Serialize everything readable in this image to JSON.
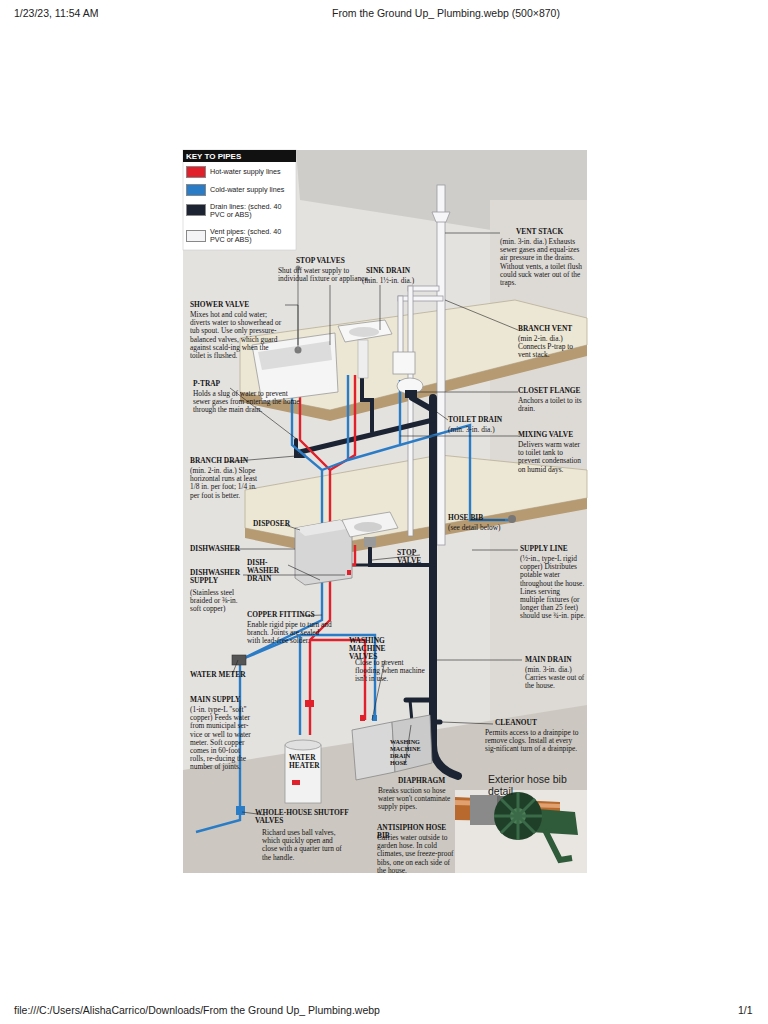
{
  "diagram": {
    "labels": [
      "1/23/23, 11:54 AM",
      "From the Ground Up_ Plumbing.webp (500×870)",
      "file:///C:/Users/AlishaCarrico/Downloads/From the Ground Up_ Plumbing.webp",
      "1/1",
      "KEY TO PIPES",
      "STOP VALVES",
      "Shut off water supply to individual fixture or appliance.",
      "SINK DRAIN",
      "(min. 1½-in. dia.)",
      "VENT STACK",
      "(min. 3-in. dia.) Exhausts sewer gases and equal-izes air pressure in the drains. Without vents, a toilet flush could suck water out of the traps.",
      "SHOWER VALVE",
      "Mixes hot and cold water; diverts water to showerhead or tub spout. Use only pressure-balanced valves, which guard against scald-ing when the toilet is flushed.",
      "BRANCH VENT",
      "(min 2-in. dia.) Connects P-trap to vent stack.",
      "P-TRAP",
      "Holds a slug of water to prevent sewer gases from entering the home through the main drain.",
      "CLOSET FLANGE",
      "Anchors a toilet to its drain.",
      "TOILET DRAIN",
      "(min. 3-in. dia.)",
      "MIXING VALVE",
      "Delivers warm water to toilet tank to prevent condensation on humid days.",
      "BRANCH DRAIN",
      "(min. 2-in. dia.) Slope horizontal runs at least 1/8 in. per foot; 1/4 in. per foot is better.",
      "DISPOSER",
      "HOSE BIB",
      "(see detail below)",
      "SUPPLY LINE",
      "(½-in., type-L rigid copper) Distributes potable water throughout the house. Lines serving multiple fixtures (or longer than 25 feet) should use ¾-in. pipe.",
      "DISHWASHER",
      "DISH-WASHER DRAIN",
      "STOP VALVE",
      "DISHWASHER SUPPLY",
      "(Stainless steel braided or ⅜-in. soft copper)",
      "COPPER FITTINGS",
      "Enable rigid pipe to turn and branch. Joints are sealed with lead-free solder.",
      "WASHING MACHINE VALVES",
      "Close to prevent flooding when machine isn't in use.",
      "MAIN DRAIN",
      "(min. 3-in. dia.) Carries waste out of the house.",
      "WATER METER",
      "MAIN SUPPLY",
      "(1-in. type-L \"soft\" copper) Feeds water from municipal ser-vice or well to water meter. Soft copper comes in 60-foot rolls, re-ducing the number of joints.",
      "CLEANOUT",
      "Permits access to a drainpipe to remove clogs. Install at every sig-nificant turn of a drainpipe.",
      "WATER HEATER",
      "WASHING MACHINE DRAIN HOSE",
      "DIAPHRAGM",
      "Breaks suction so hose water won't contaminate supply pipes.",
      "Exterior hose bib detail",
      "WHOLE-HOUSE SHUTOFF VALVES",
      "Richard uses ball valves, which quickly open and close with a quarter turn of the handle.",
      "ANTISIPHON HOSE BIB",
      "Carries water outside to garden hose. In cold climates, use freeze-proof bibs, one on each side of the house."
    ],
    "legend": [
      {
        "text": "Hot-water supply lines",
        "color": "#e0202a"
      },
      {
        "text": "Cold-water supply lines",
        "color": "#2b7cc7"
      },
      {
        "text": "Drain lines: (sched. 40 PVC or ABS)",
        "color": "#1c2433"
      },
      {
        "text": "Vent pipes: (sched. 40 PVC or ABS)",
        "color": "#f4f4f6"
      }
    ]
  }
}
